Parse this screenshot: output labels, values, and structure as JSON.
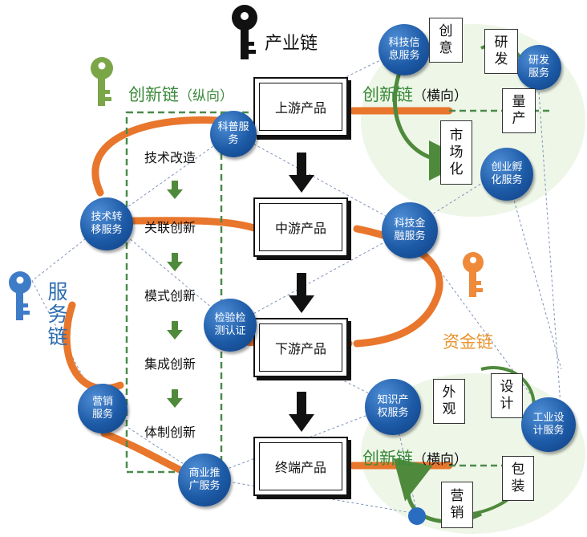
{
  "industry_chain": {
    "label": "产业链"
  },
  "innovation_vertical": {
    "label": "创新链",
    "sub": "（纵向）"
  },
  "innovation_top": {
    "label": "创新链",
    "sub": "（横向）"
  },
  "innovation_bottom": {
    "label": "创新链",
    "sub": "（横向）"
  },
  "service_chain": {
    "label": "服务链"
  },
  "capital_chain": {
    "label": "资金链"
  },
  "products": [
    "上游产品",
    "中游产品",
    "下游产品",
    "终端产品"
  ],
  "innovations": [
    "技术改造",
    "关联创新",
    "模式创新",
    "集成创新",
    "体制创新"
  ],
  "services": {
    "kepu": "科普服务",
    "jishu_zhuanyi": "技术转移服务",
    "yingxiao": "营销服务",
    "shangye_tuiguang": "商业推广服务",
    "jiance_renzheng": "检验检测认证",
    "keji_jinrong": "科技金融服务",
    "zhishi_chanquan": "知识产权服务",
    "keji_xinxi": "科技信息服务",
    "yanfa": "研发服务",
    "chuangye_fuhua": "创业孵化服务",
    "gongye_sheji": "工业设计服务"
  },
  "stages_top": [
    "创意",
    "研发",
    "量产",
    "市场化"
  ],
  "stages_bottom": [
    "外观",
    "设计",
    "包装",
    "营销"
  ],
  "colors": {
    "green": "#3a8a3a",
    "blue": "#1d5aa6",
    "orange": "#e8762c",
    "dashed_green": "#4a8a4a"
  }
}
